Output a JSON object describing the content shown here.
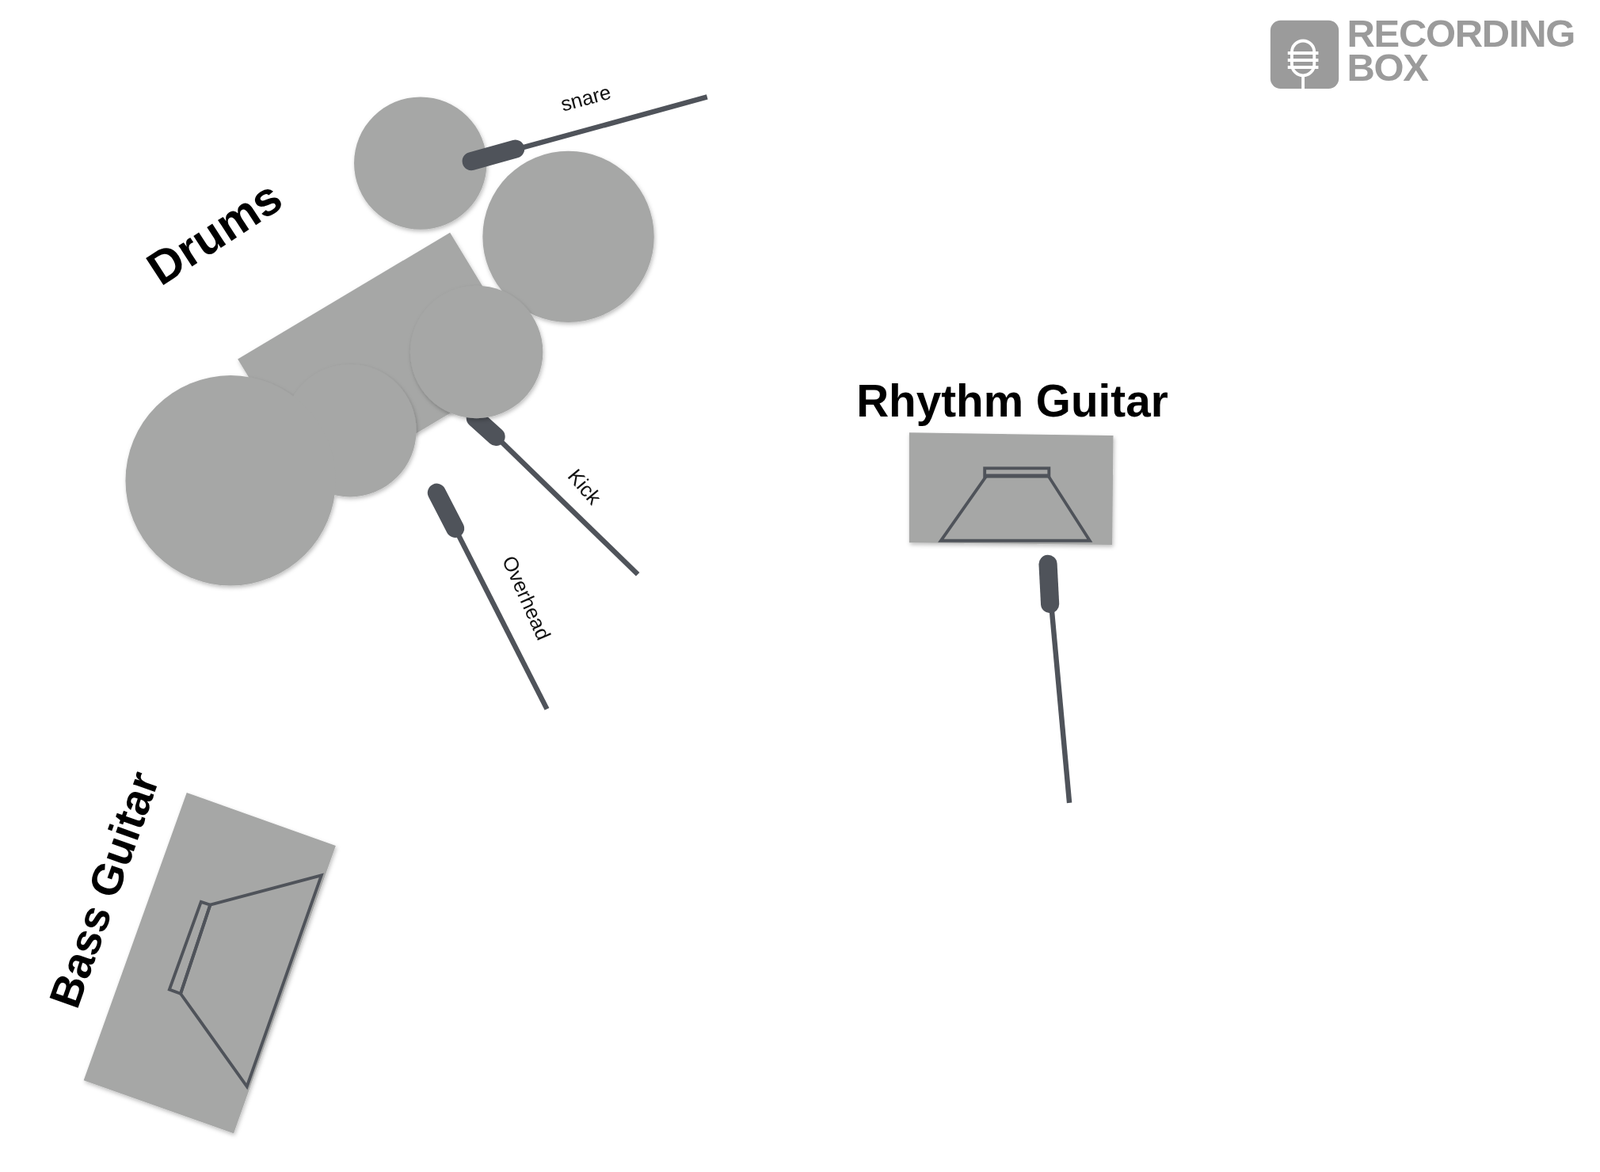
{
  "diagram": {
    "nodes": [
      {
        "text": [
          "Drums"
        ]
      },
      {
        "text": [
          "Rhythm Guitar"
        ]
      },
      {
        "text": [
          "Bass Guitar"
        ]
      }
    ],
    "edges": [],
    "labels": [
      "snare",
      "Kick",
      "Overhead",
      "RECORDING BOX"
    ]
  }
}
